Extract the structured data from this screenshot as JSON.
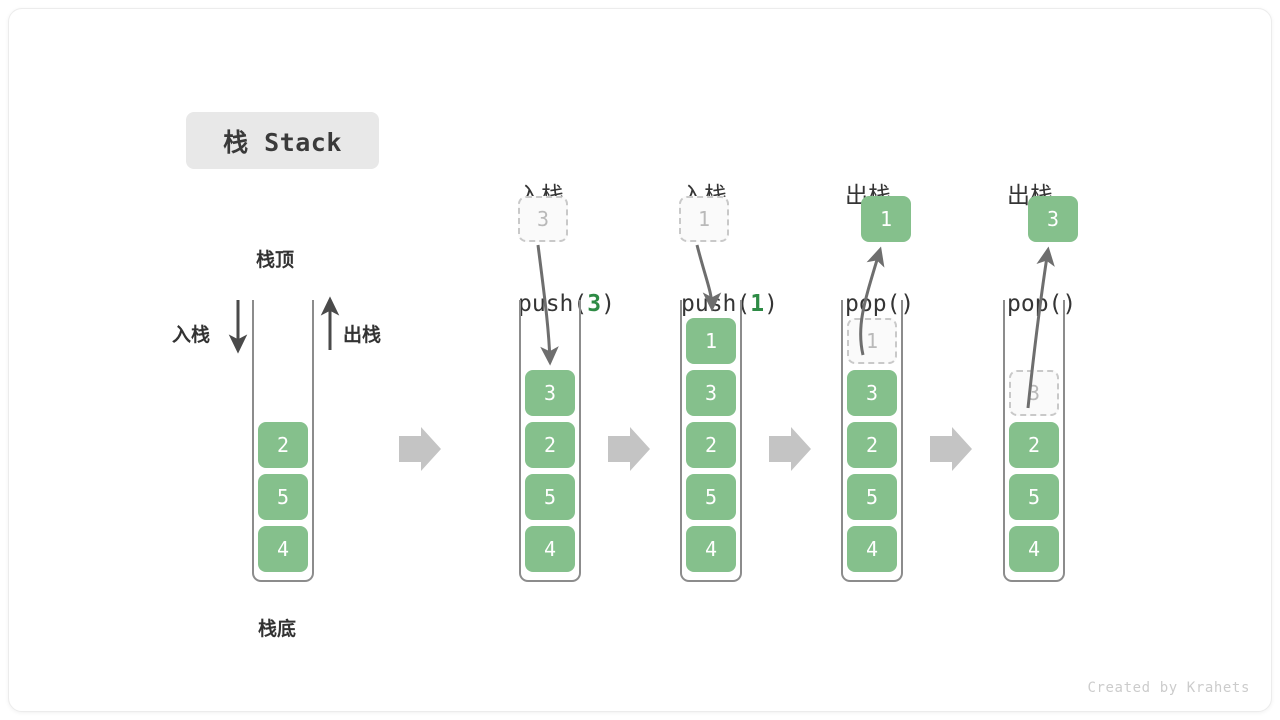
{
  "title_badge": {
    "text": "栈 Stack"
  },
  "labels": {
    "top": "栈顶",
    "bottom": "栈底",
    "push_side": "入栈",
    "pop_side": "出栈"
  },
  "credit": "Created by Krahets",
  "colors": {
    "element_fill": "#85c08c",
    "element_text": "#ffffff",
    "ghost_fill": "#fafafa",
    "ghost_text": "#b9b9b9",
    "ghost_border": "#c9c9c9",
    "container_border": "#8c8c8c",
    "flow_arrow": "#c4c4c4",
    "curve_arrow": "#6e6e6e",
    "badge_bg": "#e8e8e8",
    "accent_green_text": "#2e8b45"
  },
  "steps": [
    {
      "id": "initial",
      "header": null,
      "header_arg": null,
      "stack": [
        "2",
        "5",
        "4"
      ],
      "ghost_in_stack": null,
      "outside_box": null,
      "outside_box_kind": null
    },
    {
      "id": "push-3",
      "header": "入栈",
      "header_call_prefix": "push(",
      "header_arg": "3",
      "header_call_suffix": ")",
      "stack": [
        "3",
        "2",
        "5",
        "4"
      ],
      "ghost_in_stack": null,
      "outside_box": "3",
      "outside_box_kind": "ghost"
    },
    {
      "id": "push-1",
      "header": "入栈",
      "header_call_prefix": "push(",
      "header_arg": "1",
      "header_call_suffix": ")",
      "stack": [
        "1",
        "3",
        "2",
        "5",
        "4"
      ],
      "ghost_in_stack": null,
      "outside_box": "1",
      "outside_box_kind": "ghost"
    },
    {
      "id": "pop-1",
      "header": "出栈",
      "header_call_prefix": "pop(",
      "header_arg": "",
      "header_call_suffix": ")",
      "stack": [
        "3",
        "2",
        "5",
        "4"
      ],
      "ghost_in_stack": "1",
      "outside_box": "1",
      "outside_box_kind": "solid"
    },
    {
      "id": "pop-3",
      "header": "出栈",
      "header_call_prefix": "pop(",
      "header_arg": "",
      "header_call_suffix": ")",
      "stack": [
        "2",
        "5",
        "4"
      ],
      "ghost_in_stack": "3",
      "outside_box": "3",
      "outside_box_kind": "solid"
    }
  ]
}
